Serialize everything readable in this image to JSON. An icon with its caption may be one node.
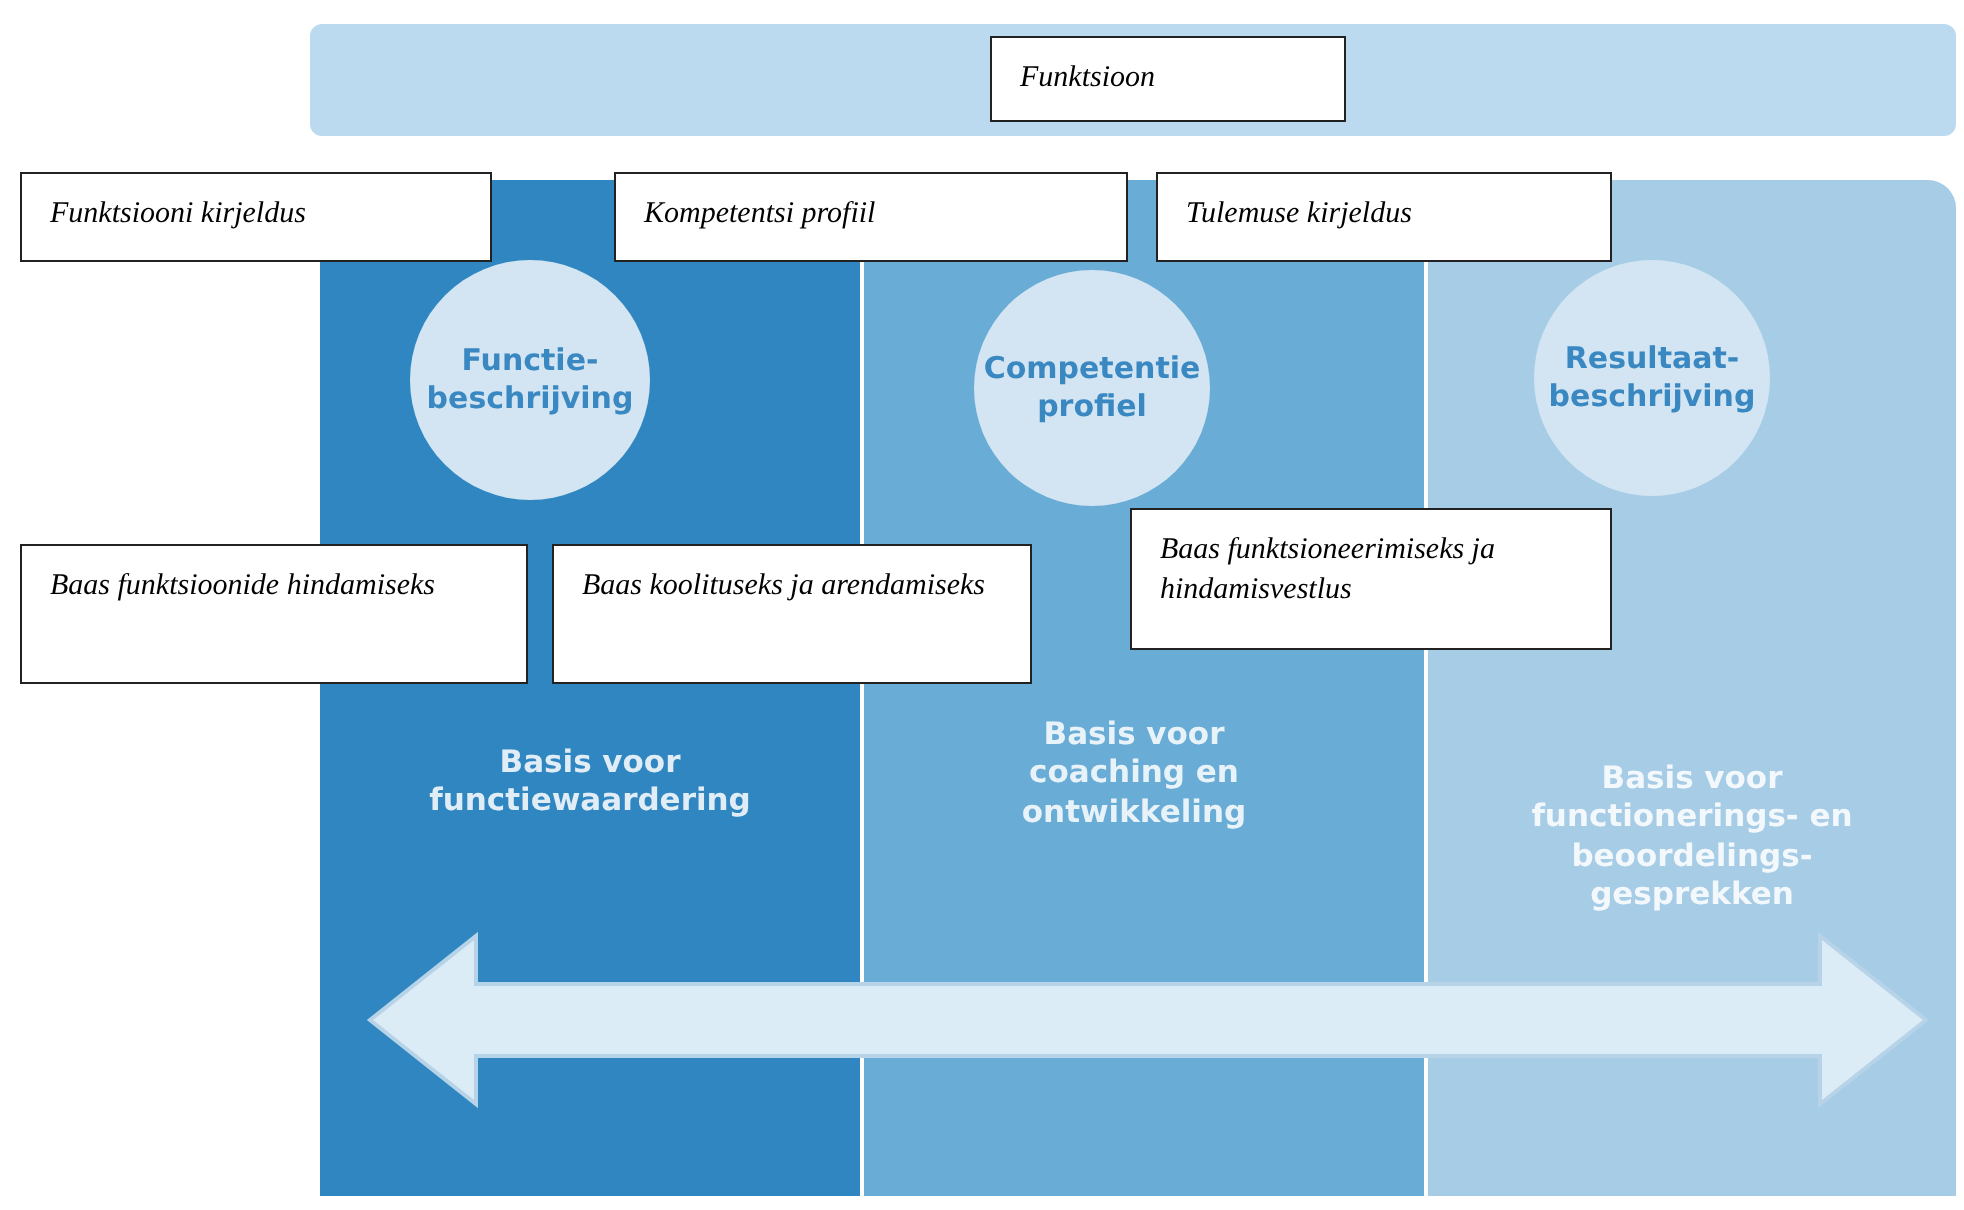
{
  "diagram": {
    "nodes": [
      {
        "text": [
          "Funktsioon"
        ]
      },
      {
        "text": [
          "Funktsiooni kirjeldus"
        ]
      },
      {
        "text": [
          "Kompetentsi profiil"
        ]
      },
      {
        "text": [
          "Tulemuse kirjeldus"
        ]
      },
      {
        "text": [
          "Basis voor functiewaardering"
        ]
      },
      {
        "text": [
          "Functie- beschrijving"
        ],
        "in": 4
      },
      {
        "text": [
          "Basis voor coaching en ontwikkeling"
        ]
      },
      {
        "text": [
          "Competentie profiel"
        ],
        "in": 6
      },
      {
        "text": [
          "Basis voor functionerings- en beoordelings- gesprekken"
        ]
      },
      {
        "text": [
          "Resultaat- beschrijving"
        ],
        "in": 8
      },
      {
        "text": [
          "Baas funktsioonide hindamiseks"
        ]
      },
      {
        "text": [
          "Baas koolituseks ja arendamiseks"
        ]
      },
      {
        "text": [
          "Baas funktsioneerimiseks ja hindamisvestlus"
        ]
      }
    ],
    "edges": []
  }
}
